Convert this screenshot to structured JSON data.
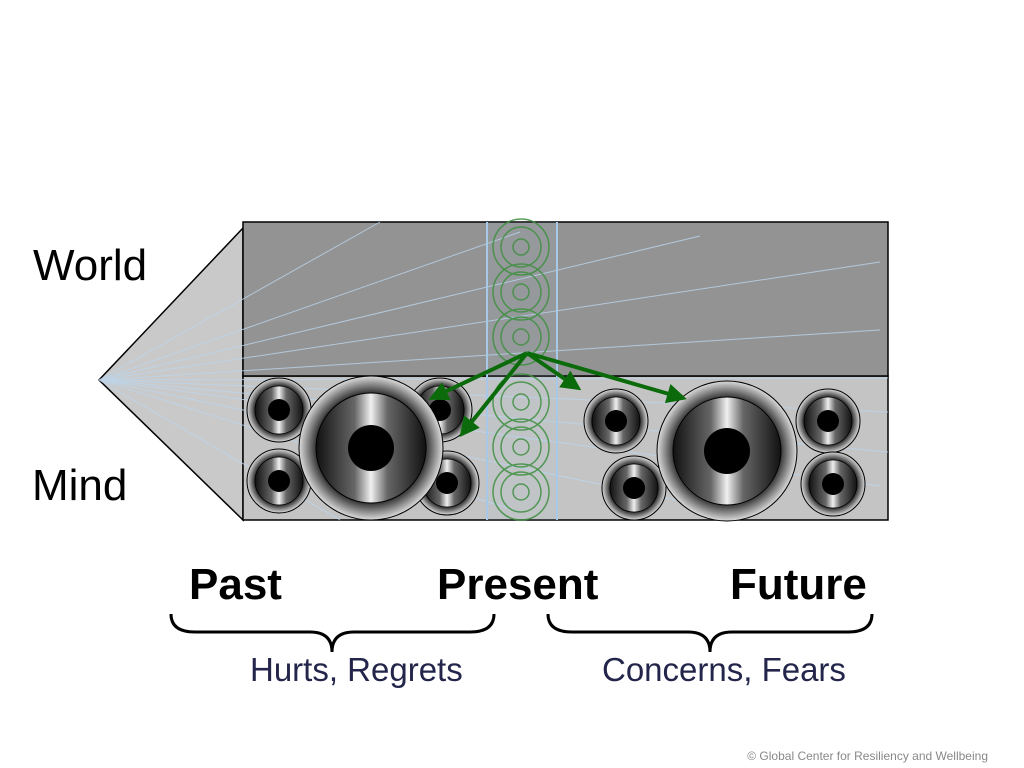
{
  "labels": {
    "world": "World",
    "mind": "Mind",
    "past": "Past",
    "present": "Present",
    "future": "Future",
    "past_caption": "Hurts, Regrets",
    "future_caption": "Concerns, Fears"
  },
  "copyright": "© Global Center for Resiliency and Wellbeing",
  "colors": {
    "world_fill": "#939393",
    "mind_fill": "#c4c4c4",
    "arrow": "#0b6b0b",
    "ring": "#3f8f3f",
    "caption": "#23254a"
  }
}
